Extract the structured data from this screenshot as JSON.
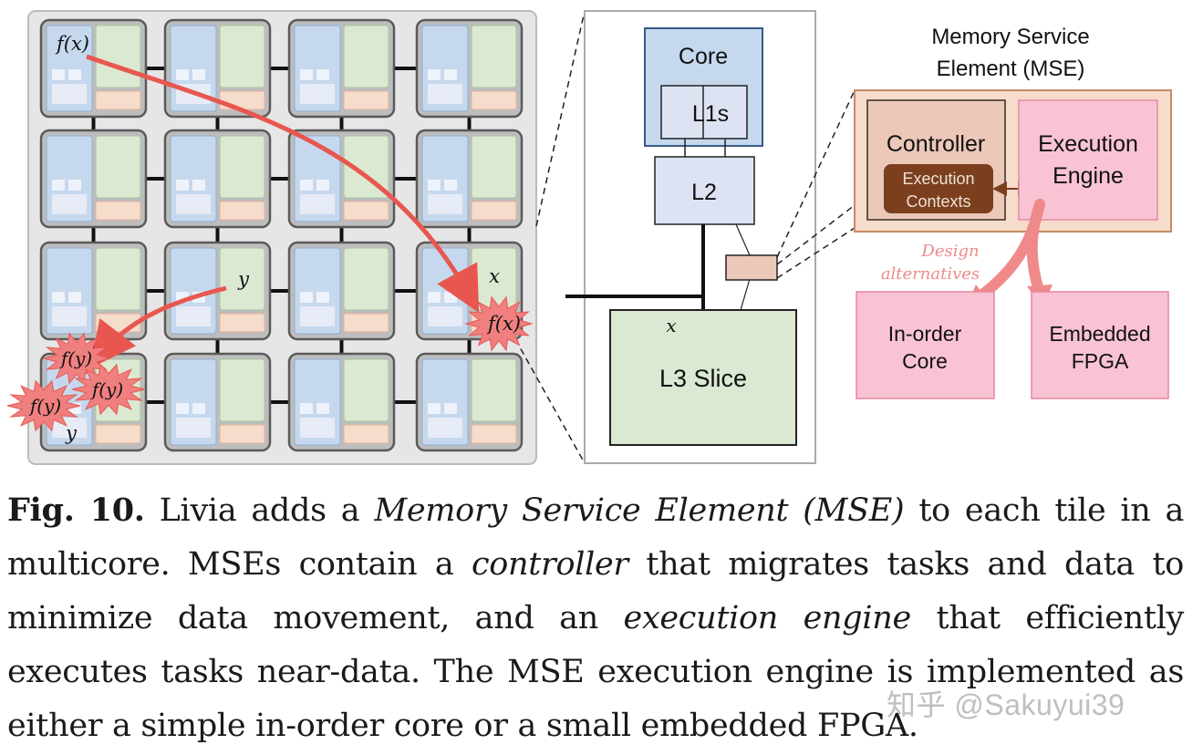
{
  "figure": {
    "mesh": {
      "labels": {
        "fx_source": "f(x)",
        "fx_target": "f(x)",
        "x_data": "x",
        "y_source": "y",
        "y_data": "y",
        "fy": [
          "f(y)",
          "f(y)",
          "f(y)"
        ]
      }
    },
    "tile_detail": {
      "core": "Core",
      "l1s": "L1s",
      "l2": "L2",
      "l3": "L3 Slice",
      "x_label": "x"
    },
    "mse": {
      "title_line1": "Memory Service",
      "title_line2": "Element (MSE)",
      "controller": "Controller",
      "exec_contexts_line1": "Execution",
      "exec_contexts_line2": "Contexts",
      "engine_line1": "Execution",
      "engine_line2": "Engine",
      "design_line1": "Design",
      "design_line2": "alternatives",
      "inorder_line1": "In-order",
      "inorder_line2": "Core",
      "fpga_line1": "Embedded",
      "fpga_line2": "FPGA"
    },
    "colors": {
      "core_blue": "#c5d8ee",
      "cache_green": "#dbe9d2",
      "mse_peach": "#f6dccb",
      "mse_pink": "#f9c3d4",
      "arrow_red": "#e8574f",
      "dark_brown": "#7b3f1d"
    }
  },
  "caption": {
    "fig_label": "Fig. 10.",
    "t1": " Livia adds a ",
    "e1": "Memory Service Element (MSE)",
    "t2": " to each tile in a multicore. MSEs contain a ",
    "e2": "controller",
    "t3": " that migrates tasks and data to minimize data movement, and an ",
    "e3": "execution engine",
    "t4": " that efficiently executes tasks near-data. The MSE execution engine is implemented as either a simple in-order core or a small embedded FPGA."
  },
  "watermark": "知乎 @Sakuyui39"
}
